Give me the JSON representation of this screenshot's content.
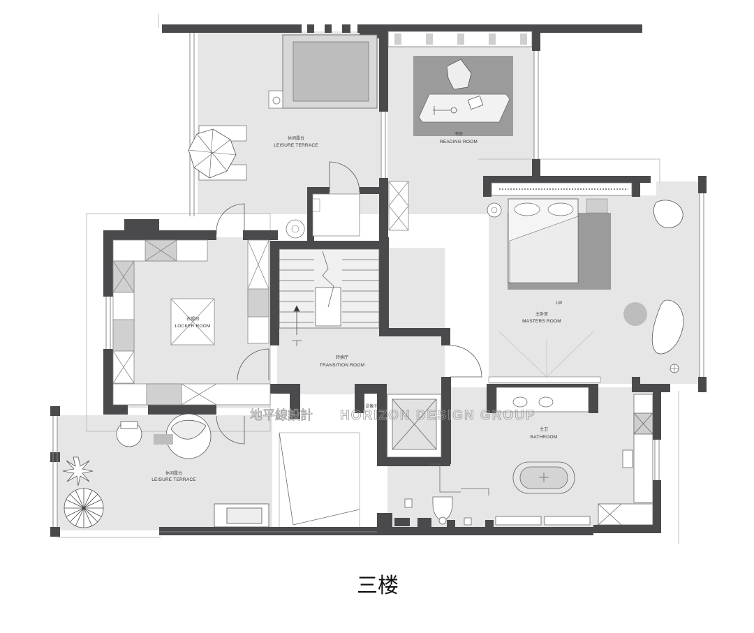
{
  "rooms": {
    "leisure_terrace_top": {
      "cn": "休闲露台",
      "en": "LEISURE TERRACE"
    },
    "reading_room": {
      "cn": "书房",
      "en": "READING ROOM"
    },
    "locker_room": {
      "cn": "衣帽间",
      "en": "LOCKER ROOM"
    },
    "transition_room": {
      "cn": "转换厅",
      "en": "TRANSITION ROOM"
    },
    "masters_room": {
      "cn": "主卧室",
      "en": "MASTERS ROOM"
    },
    "up_label": "UP",
    "equipment": {
      "cn": "设备间"
    },
    "bathroom": {
      "cn": "主卫",
      "en": "BATHROOM"
    },
    "leisure_terrace_bottom": {
      "cn": "休闲露台",
      "en": "LEISURE TERRACE"
    }
  },
  "watermark": {
    "cn": "地平線設計",
    "en": "HORIZON DESIGN GROUP"
  },
  "floor_title": "三楼",
  "colors": {
    "wall": "#4a4a4d",
    "floor": "#e6e6e6",
    "rug": "#9b9b9b",
    "line": "#666666"
  }
}
